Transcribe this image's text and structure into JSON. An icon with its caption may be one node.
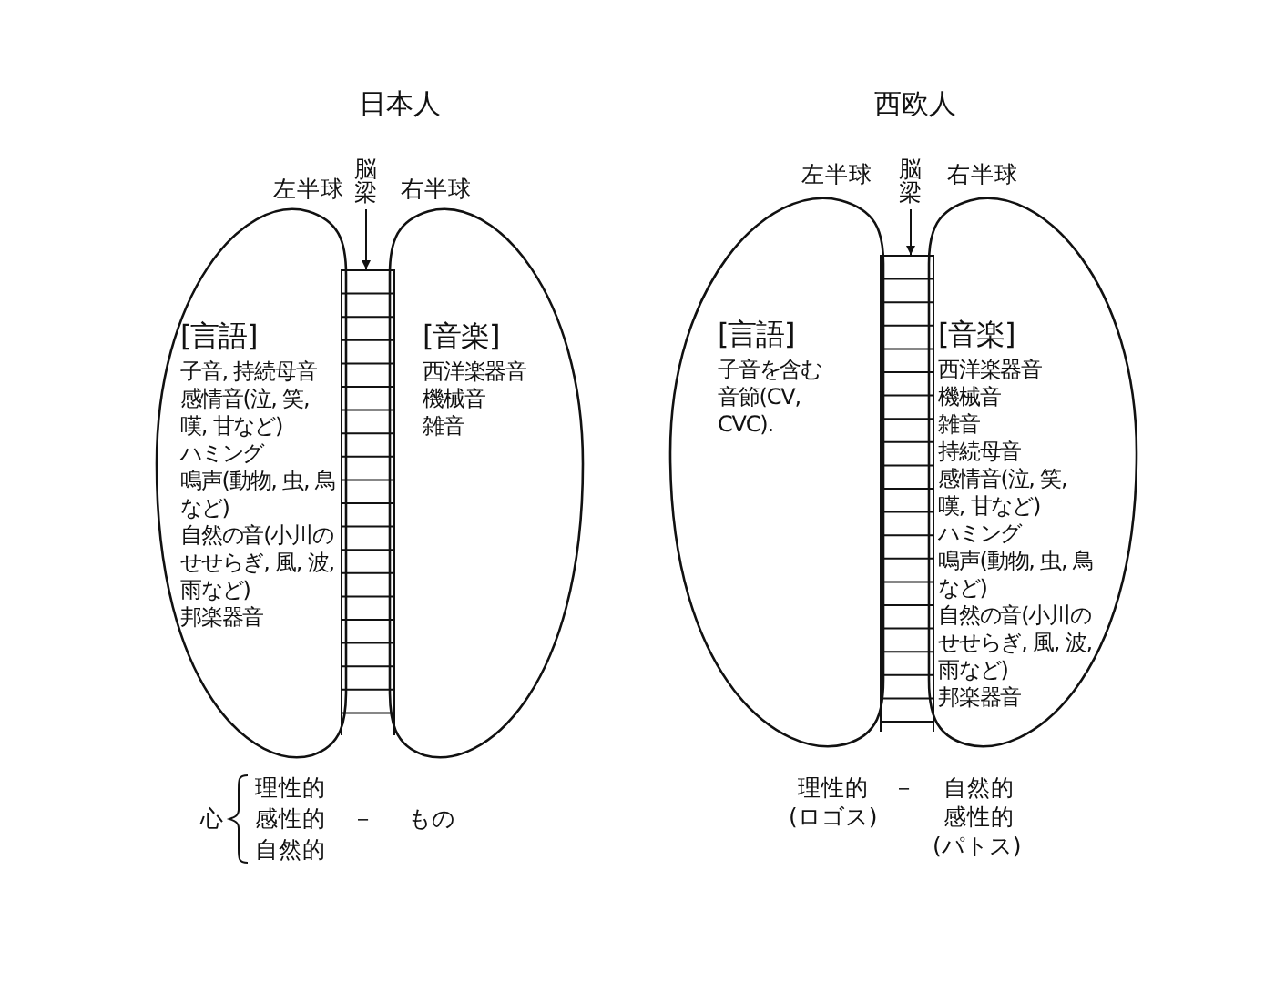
{
  "diagram": {
    "nodes": [
      {
        "text": [
          "脳梁"
        ]
      },
      {
        "text": [
          "[言語]",
          "子音, 持続母音",
          "感情音(泣, 笑, 嘆, 甘など)",
          "ハミング",
          "鳴声(動物, 虫, 鳥など)",
          "自然の音(小川のせせらぎ, 風, 波, 雨など)",
          "邦楽器音"
        ]
      },
      {
        "text": [],
        "shape": "bar"
      },
      {
        "text": [
          "[音楽]",
          "西洋楽器音",
          "機械音",
          "雑音"
        ]
      },
      {
        "text": [
          "脳梁"
        ]
      },
      {
        "text": [
          "[言語]",
          "子音を含む音節(CV, CVC)."
        ]
      },
      {
        "text": [],
        "shape": "bar"
      },
      {
        "text": [
          "[音楽]",
          "西洋楽器音",
          "機械音",
          "雑音",
          "持続母音",
          "感情音(泣, 笑, 嘆, 甘など)",
          "ハミング",
          "鳴声(動物, 虫, 鳥など)",
          "自然の音(小川のせせらぎ, 風, 波, 雨など)",
          "邦楽器音"
        ]
      }
    ],
    "edges": [
      {
        "from": 0,
        "to": 2,
        "arrow": "to"
      },
      {
        "from": 4,
        "to": 6,
        "arrow": "to"
      }
    ],
    "labels": [
      "日本人",
      "左半球",
      "右半球",
      "西欧人",
      "左半球",
      "右半球",
      "心",
      "理性的",
      "感性的",
      "自然的",
      "－",
      "もの",
      "理性的",
      "(ロゴス)",
      "－",
      "自然的",
      "感性的",
      "(パトス)"
    ]
  }
}
